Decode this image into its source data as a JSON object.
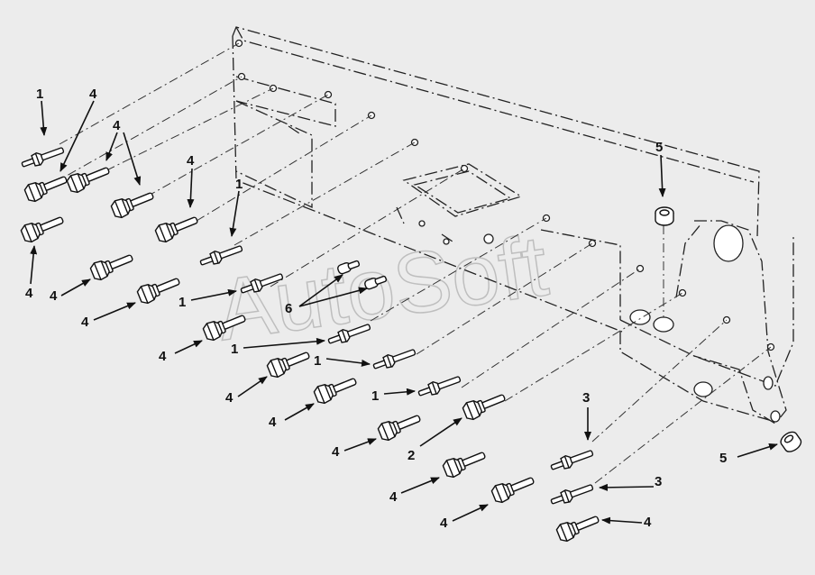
{
  "watermark": "AutoSoft",
  "colors": {
    "ink": "#111111",
    "background": "#ececec",
    "watermark": "#9a9a9a"
  },
  "callouts": [
    {
      "id": "c1",
      "text": "1"
    },
    {
      "id": "c2",
      "text": "4"
    },
    {
      "id": "c3",
      "text": "4"
    },
    {
      "id": "c4",
      "text": "4"
    },
    {
      "id": "c5",
      "text": "4"
    },
    {
      "id": "c6",
      "text": "1"
    },
    {
      "id": "c7",
      "text": "5"
    },
    {
      "id": "c8",
      "text": "4"
    },
    {
      "id": "c9",
      "text": "4"
    },
    {
      "id": "c10",
      "text": "4"
    },
    {
      "id": "c11",
      "text": "1"
    },
    {
      "id": "c12",
      "text": "6"
    },
    {
      "id": "c13",
      "text": "4"
    },
    {
      "id": "c14",
      "text": "1"
    },
    {
      "id": "c15",
      "text": "1"
    },
    {
      "id": "c16",
      "text": "4"
    },
    {
      "id": "c17",
      "text": "4"
    },
    {
      "id": "c18",
      "text": "1"
    },
    {
      "id": "c19",
      "text": "4"
    },
    {
      "id": "c20",
      "text": "2"
    },
    {
      "id": "c21",
      "text": "3"
    },
    {
      "id": "c22",
      "text": "5"
    },
    {
      "id": "c23",
      "text": "4"
    },
    {
      "id": "c24",
      "text": "3"
    },
    {
      "id": "c25",
      "text": "4"
    },
    {
      "id": "c26",
      "text": "4"
    }
  ]
}
